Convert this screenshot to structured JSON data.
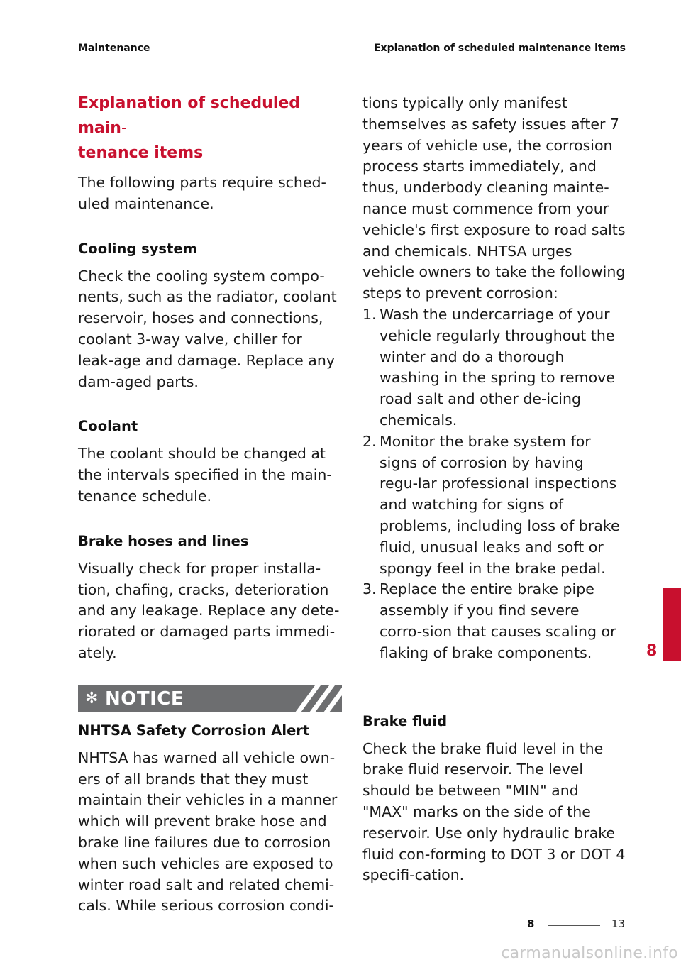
{
  "header": {
    "left": "Maintenance",
    "right": "Explanation of scheduled maintenance items"
  },
  "left_column": {
    "title_line1": "Explanation of scheduled main",
    "title_hyphen": "-",
    "title_line2": "tenance items",
    "intro": "The following parts require sched-uled maintenance.",
    "cooling": {
      "heading": "Cooling system",
      "body": "Check the cooling system compo-nents, such as the radiator, coolant reservoir, hoses and connections, coolant 3-way valve, chiller for leak-age and damage. Replace any dam-aged parts."
    },
    "coolant": {
      "heading": "Coolant",
      "body": "The coolant should be changed at the intervals specified in the main-tenance schedule."
    },
    "brake_hoses": {
      "heading": "Brake hoses and lines",
      "body": "Visually check for proper installa-tion, chafing, cracks, deterioration and any leakage. Replace any dete-riorated or damaged parts immedi-ately."
    },
    "notice": {
      "icon": "snowflake-icon",
      "label": "NOTICE",
      "title": "NHTSA Safety Corrosion Alert",
      "body": "NHTSA has warned all vehicle own-ers of all brands that they must maintain their vehicles in a manner which will prevent brake hose and brake line failures due to corrosion when such vehicles are exposed to winter road salt and related chemi-cals. While serious corrosion condi-"
    }
  },
  "right_column": {
    "continuation": "tions typically only manifest themselves as safety issues after 7 years of vehicle use, the corrosion process starts immediately, and thus, underbody cleaning mainte-nance must commence from your vehicle's first exposure to road salts and chemicals. NHTSA urges vehicle owners to take the following steps to prevent corrosion:",
    "steps": [
      {
        "num": "1.",
        "text": "Wash the undercarriage of your vehicle regularly throughout the winter and do a thorough washing in the spring to remove road salt and other de-icing chemicals."
      },
      {
        "num": "2.",
        "text": "Monitor the brake system for signs of corrosion by having regu-lar professional inspections and watching for signs of problems, including loss of brake fluid, unusual leaks and soft or spongy feel in the brake pedal."
      },
      {
        "num": "3.",
        "text": "Replace the entire brake pipe assembly if you find severe corro-sion that causes scaling or flaking of brake components."
      }
    ],
    "brake_fluid": {
      "heading": "Brake fluid",
      "body": "Check the brake fluid level in the brake fluid reservoir. The level should be between \"MIN\" and \"MAX\" marks on the side of the reservoir. Use only hydraulic brake fluid con-forming to DOT 3 or DOT 4 specifi-cation."
    }
  },
  "side_tab": {
    "chapter": "8",
    "color": "#c8102e"
  },
  "footer": {
    "chapter": "8",
    "page": "13"
  },
  "watermark": "carmanualsonline.info",
  "colors": {
    "accent": "#c8102e",
    "notice_bg": "#6d6e70"
  }
}
